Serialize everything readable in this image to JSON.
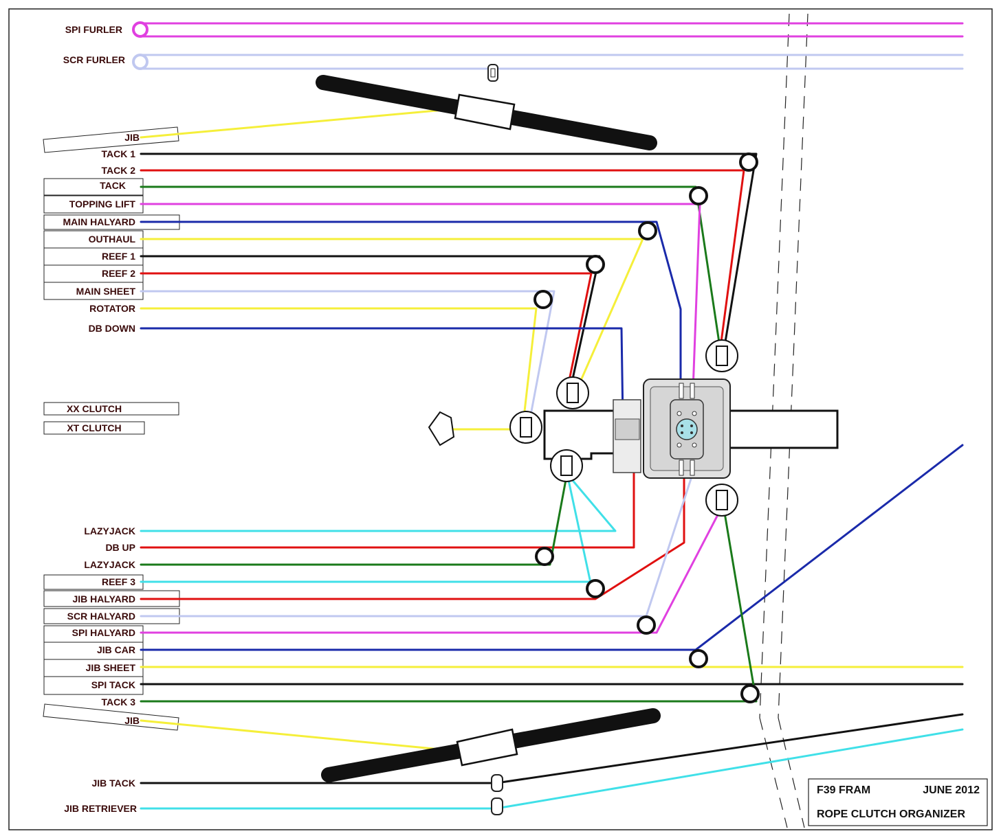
{
  "colors": {
    "magenta": "#e040e0",
    "lavender": "#c0c8f0",
    "yellow": "#f5ef3a",
    "black": "#111111",
    "red": "#e01010",
    "green": "#1a7a1a",
    "blue": "#1a2aaa",
    "cyan": "#40e0e8",
    "label": "#3a0a0a"
  },
  "labels": {
    "spi_furler": "SPI FURLER",
    "scr_furler": "SCR FURLER",
    "jib_top": "JIB",
    "tack1": "TACK 1",
    "tack2": "TACK 2",
    "tack": "TACK",
    "topping_lift": "TOPPING LIFT",
    "main_halyard": "MAIN HALYARD",
    "outhaul": "OUTHAUL",
    "reef1": "REEF 1",
    "reef2": "REEF 2",
    "main_sheet": "MAIN SHEET",
    "rotator": "ROTATOR",
    "db_down": "DB DOWN",
    "xx_clutch": "XX CLUTCH",
    "xt_clutch": "XT CLUTCH",
    "lazyjack_a": "LAZYJACK",
    "db_up": "DB UP",
    "lazyjack_b": "LAZYJACK",
    "reef3": "REEF 3",
    "jib_halyard": "JIB HALYARD",
    "scr_halyard": "SCR HALYARD",
    "spi_halyard": "SPI HALYARD",
    "jib_car": "JIB CAR",
    "jib_sheet": "JIB SHEET",
    "spi_tack": "SPI TACK",
    "tack3": "TACK 3",
    "jib_bottom": "JIB",
    "jib_tack": "JIB TACK",
    "jib_retriever": "JIB RETRIEVER"
  },
  "title_block": {
    "project": "F39 FRAM",
    "date": "JUNE 2012",
    "title": "ROPE CLUTCH ORGANIZER"
  }
}
